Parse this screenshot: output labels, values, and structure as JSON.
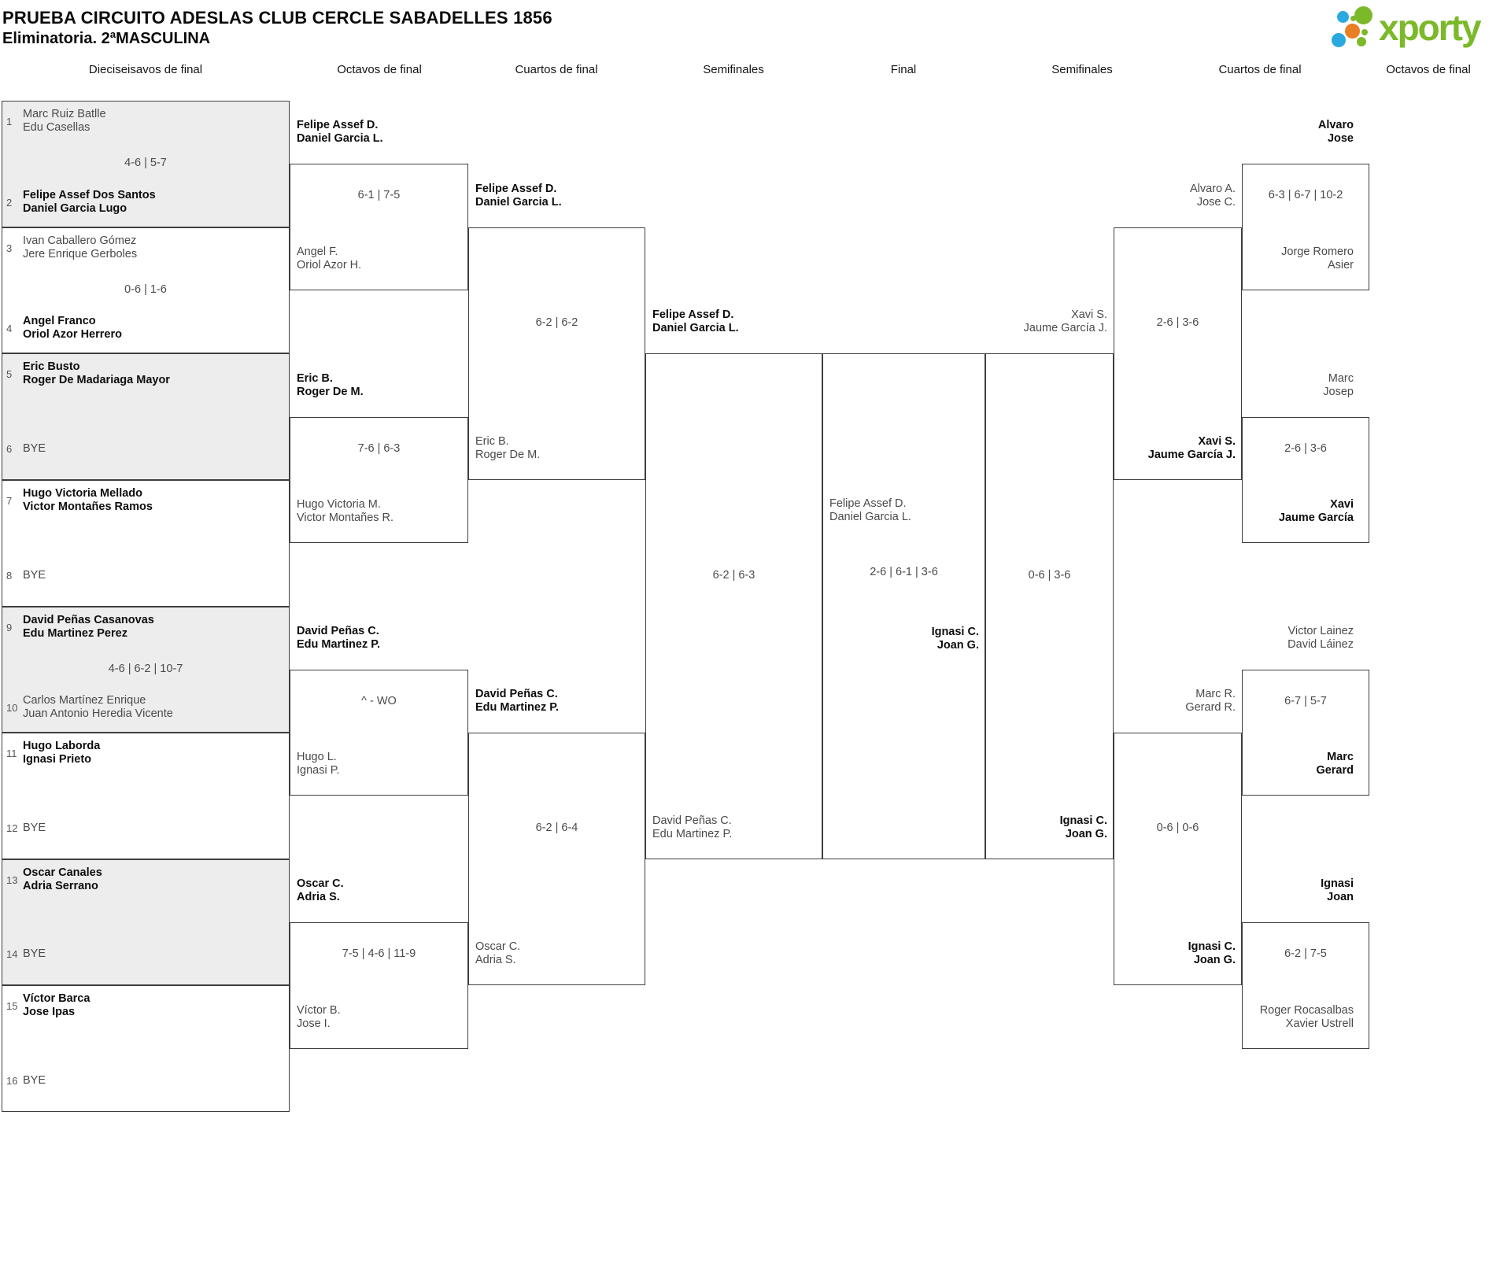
{
  "title": {
    "line1": "PRUEBA CIRCUITO ADESLAS CLUB CERCLE SABADELLES 1856",
    "line2": "Eliminatoria. 2ªMASCULINA"
  },
  "logo": {
    "wordmark": "xporty",
    "green": "#7bb929",
    "blue": "#2aa9e0",
    "orange": "#e97e23"
  },
  "headers": [
    "Dieciseisavos de final",
    "Octavos de final",
    "Cuartos de final",
    "Semifinales",
    "Final",
    "Semifinales",
    "Cuartos de final",
    "Octavos de final"
  ],
  "r32": [
    {
      "n1": "1",
      "t1a": "Marc Ruiz Batlle",
      "t1b": "Edu Casellas",
      "w1": false,
      "s": "4-6 | 5-7",
      "n2": "2",
      "t2a": "Felipe Assef Dos Santos",
      "t2b": "Daniel Garcia Lugo",
      "w2": true
    },
    {
      "n1": "3",
      "t1a": "Ivan Caballero Gómez",
      "t1b": "Jere Enrique Gerboles",
      "w1": false,
      "s": "0-6 | 1-6",
      "n2": "4",
      "t2a": "Angel Franco",
      "t2b": "Oriol Azor Herrero",
      "w2": true
    },
    {
      "n1": "5",
      "t1a": "Eric Busto",
      "t1b": "Roger De Madariaga Mayor",
      "w1": true,
      "n2": "6",
      "t2a": "BYE",
      "w2": false
    },
    {
      "n1": "7",
      "t1a": "Hugo Victoria Mellado",
      "t1b": "Victor Montañes Ramos",
      "w1": true,
      "n2": "8",
      "t2a": "BYE",
      "w2": false
    },
    {
      "n1": "9",
      "t1a": "David Peñas Casanovas",
      "t1b": "Edu Martinez Perez",
      "w1": true,
      "s": "4-6 | 6-2 | 10-7",
      "n2": "10",
      "t2a": "Carlos Martínez Enrique",
      "t2b": "Juan Antonio Heredia Vicente",
      "w2": false
    },
    {
      "n1": "11",
      "t1a": "Hugo Laborda",
      "t1b": "Ignasi Prieto",
      "w1": true,
      "n2": "12",
      "t2a": "BYE",
      "w2": false
    },
    {
      "n1": "13",
      "t1a": "Oscar Canales",
      "t1b": "Adria Serrano",
      "w1": true,
      "n2": "14",
      "t2a": "BYE",
      "w2": false
    },
    {
      "n1": "15",
      "t1a": "Víctor Barca",
      "t1b": "Jose Ipas",
      "w1": true,
      "n2": "16",
      "t2a": "BYE",
      "w2": false
    }
  ],
  "octL": [
    {
      "t1a": "Felipe Assef D.",
      "t1b": "Daniel Garcia L.",
      "w1": true,
      "s": "6-1 | 7-5",
      "t2a": "Angel F.",
      "t2b": "Oriol Azor H.",
      "w2": false
    },
    {
      "t1a": "Eric B.",
      "t1b": "Roger De M.",
      "w1": true,
      "s": "7-6 | 6-3",
      "t2a": "Hugo Victoria M.",
      "t2b": "Victor Montañes R.",
      "w2": false
    },
    {
      "t1a": "David Peñas C.",
      "t1b": "Edu Martinez P.",
      "w1": true,
      "s": "^ - WO",
      "t2a": "Hugo L.",
      "t2b": "Ignasi P.",
      "w2": false
    },
    {
      "t1a": "Oscar C.",
      "t1b": "Adria S.",
      "w1": true,
      "s": "7-5 | 4-6 | 11-9",
      "t2a": "Víctor B.",
      "t2b": "Jose I.",
      "w2": false
    }
  ],
  "quarL": [
    {
      "t1a": "Felipe Assef D.",
      "t1b": "Daniel Garcia L.",
      "w1": true,
      "s": "6-2 | 6-2",
      "t2a": "Eric B.",
      "t2b": "Roger De M.",
      "w2": false
    },
    {
      "t1a": "David Peñas C.",
      "t1b": "Edu Martinez P.",
      "w1": true,
      "s": "6-2 | 6-4",
      "t2a": "Oscar C.",
      "t2b": "Adria S.",
      "w2": false
    }
  ],
  "semiL": {
    "t1a": "Felipe Assef D.",
    "t1b": "Daniel Garcia L.",
    "w1": true,
    "s": "6-2 | 6-3",
    "t2a": "David Peñas C.",
    "t2b": "Edu Martinez P.",
    "w2": false
  },
  "final": {
    "t1a": "Felipe Assef D.",
    "t1b": "Daniel Garcia L.",
    "w1": false,
    "s": "2-6 | 6-1 | 3-6",
    "t2a": "Ignasi C.",
    "t2b": "Joan G.",
    "w2": true
  },
  "semiR": {
    "t1a": "Xavi S.",
    "t1b": "Jaume García J.",
    "w1": false,
    "s": "0-6 | 3-6",
    "t2a": "Ignasi C.",
    "t2b": "Joan G.",
    "w2": true
  },
  "quarR": [
    {
      "t1a": "Alvaro A.",
      "t1b": "Jose C.",
      "w1": false,
      "s": "2-6 | 3-6",
      "t2a": "Xavi S.",
      "t2b": "Jaume García J.",
      "w2": true
    },
    {
      "t1a": "Marc R.",
      "t1b": "Gerard R.",
      "w1": false,
      "s": "0-6 | 0-6",
      "t2a": "Ignasi C.",
      "t2b": "Joan G.",
      "w2": true
    }
  ],
  "octR": [
    {
      "t1a": "Alvaro",
      "t1b": "Jose",
      "w1": true,
      "s": "6-3 | 6-7 | 10-2",
      "t2a": "Jorge Romero",
      "t2b": "Asier",
      "w2": false
    },
    {
      "t1a": "Marc",
      "t1b": "Josep",
      "w1": false,
      "s": "2-6 | 3-6",
      "t2a": "Xavi",
      "t2b": "Jaume García",
      "w2": true
    },
    {
      "t1a": "Victor Lainez",
      "t1b": "David Láinez",
      "w1": false,
      "s": "6-7 | 5-7",
      "t2a": "Marc",
      "t2b": "Gerard",
      "w2": true
    },
    {
      "t1a": "Ignasi",
      "t1b": "Joan",
      "w1": true,
      "s": "6-2 | 7-5",
      "t2a": "Roger Rocasalbas",
      "t2b": "Xavier Ustrell",
      "w2": false
    }
  ]
}
